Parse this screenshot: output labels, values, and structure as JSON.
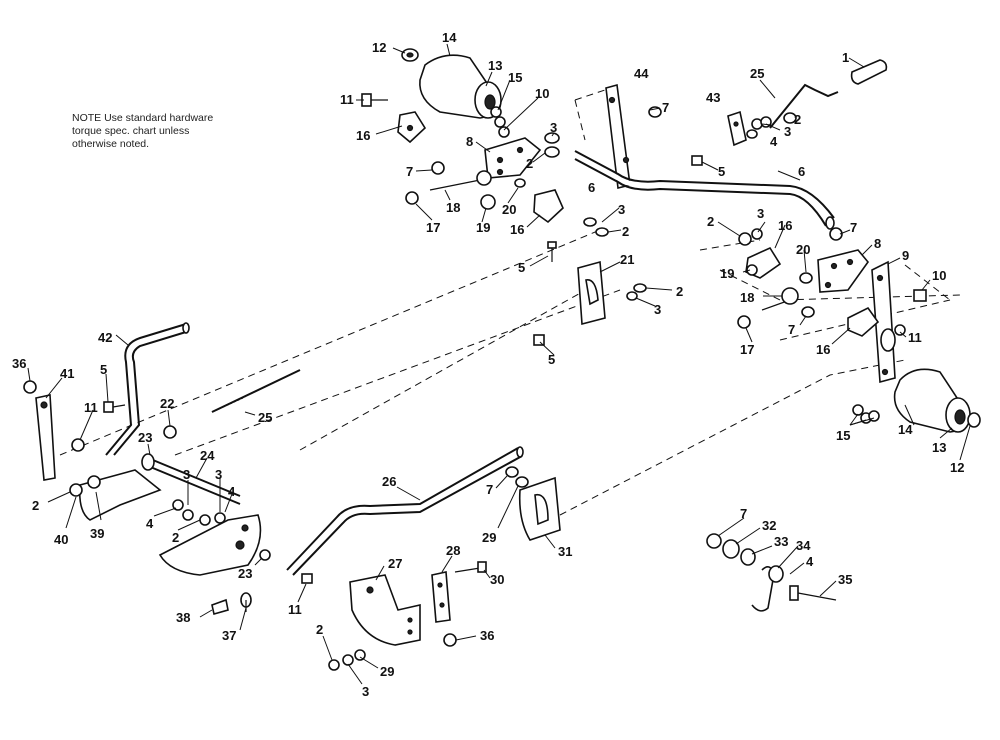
{
  "note": {
    "lines": [
      "NOTE  Use standard hardware",
      "torque spec. chart unless",
      "otherwise noted."
    ]
  },
  "callouts": [
    {
      "id": "c-1",
      "label": "1"
    },
    {
      "id": "c-12a",
      "label": "12"
    },
    {
      "id": "c-14a",
      "label": "14"
    },
    {
      "id": "c-13a",
      "label": "13"
    },
    {
      "id": "c-15a",
      "label": "15"
    },
    {
      "id": "c-10a",
      "label": "10"
    },
    {
      "id": "c-11a",
      "label": "11"
    },
    {
      "id": "c-16a",
      "label": "16"
    },
    {
      "id": "c-8a",
      "label": "8"
    },
    {
      "id": "c-3a",
      "label": "3"
    },
    {
      "id": "c-2a",
      "label": "2"
    },
    {
      "id": "c-6a",
      "label": "6"
    },
    {
      "id": "c-7a",
      "label": "7"
    },
    {
      "id": "c-18a",
      "label": "18"
    },
    {
      "id": "c-17a",
      "label": "17"
    },
    {
      "id": "c-19a",
      "label": "19"
    },
    {
      "id": "c-20a",
      "label": "20"
    },
    {
      "id": "c-16b",
      "label": "16"
    },
    {
      "id": "c-3b",
      "label": "3"
    },
    {
      "id": "c-2b",
      "label": "2"
    },
    {
      "id": "c-5a",
      "label": "5"
    },
    {
      "id": "c-44",
      "label": "44"
    },
    {
      "id": "c-7b",
      "label": "7"
    },
    {
      "id": "c-43",
      "label": "43"
    },
    {
      "id": "c-25a",
      "label": "25"
    },
    {
      "id": "c-2c",
      "label": "2"
    },
    {
      "id": "c-3c",
      "label": "3"
    },
    {
      "id": "c-4a",
      "label": "4"
    },
    {
      "id": "c-5b",
      "label": "5"
    },
    {
      "id": "c-6b",
      "label": "6"
    },
    {
      "id": "c-2d",
      "label": "2"
    },
    {
      "id": "c-3d",
      "label": "3"
    },
    {
      "id": "c-16c",
      "label": "16"
    },
    {
      "id": "c-7c",
      "label": "7"
    },
    {
      "id": "c-8b",
      "label": "8"
    },
    {
      "id": "c-9",
      "label": "9"
    },
    {
      "id": "c-20b",
      "label": "20"
    },
    {
      "id": "c-19b",
      "label": "19"
    },
    {
      "id": "c-10b",
      "label": "10"
    },
    {
      "id": "c-18b",
      "label": "18"
    },
    {
      "id": "c-7d",
      "label": "7"
    },
    {
      "id": "c-11b",
      "label": "11"
    },
    {
      "id": "c-17b",
      "label": "17"
    },
    {
      "id": "c-16d",
      "label": "16"
    },
    {
      "id": "c-21",
      "label": "21"
    },
    {
      "id": "c-2e",
      "label": "2"
    },
    {
      "id": "c-3e",
      "label": "3"
    },
    {
      "id": "c-5c",
      "label": "5"
    },
    {
      "id": "c-15b",
      "label": "15"
    },
    {
      "id": "c-14b",
      "label": "14"
    },
    {
      "id": "c-13b",
      "label": "13"
    },
    {
      "id": "c-12b",
      "label": "12"
    },
    {
      "id": "c-42",
      "label": "42"
    },
    {
      "id": "c-36a",
      "label": "36"
    },
    {
      "id": "c-41",
      "label": "41"
    },
    {
      "id": "c-5d",
      "label": "5"
    },
    {
      "id": "c-22",
      "label": "22"
    },
    {
      "id": "c-11c",
      "label": "11"
    },
    {
      "id": "c-25b",
      "label": "25"
    },
    {
      "id": "c-23a",
      "label": "23"
    },
    {
      "id": "c-24",
      "label": "24"
    },
    {
      "id": "c-3f",
      "label": "3"
    },
    {
      "id": "c-3g",
      "label": "3"
    },
    {
      "id": "c-4b",
      "label": "4"
    },
    {
      "id": "c-2f",
      "label": "2"
    },
    {
      "id": "c-40",
      "label": "40"
    },
    {
      "id": "c-39",
      "label": "39"
    },
    {
      "id": "c-4c",
      "label": "4"
    },
    {
      "id": "c-2g",
      "label": "2"
    },
    {
      "id": "c-23b",
      "label": "23"
    },
    {
      "id": "c-26",
      "label": "26"
    },
    {
      "id": "c-7e",
      "label": "7"
    },
    {
      "id": "c-29a",
      "label": "29"
    },
    {
      "id": "c-31",
      "label": "31"
    },
    {
      "id": "c-28",
      "label": "28"
    },
    {
      "id": "c-27",
      "label": "27"
    },
    {
      "id": "c-30",
      "label": "30"
    },
    {
      "id": "c-11d",
      "label": "11"
    },
    {
      "id": "c-38",
      "label": "38"
    },
    {
      "id": "c-37",
      "label": "37"
    },
    {
      "id": "c-36b",
      "label": "36"
    },
    {
      "id": "c-2h",
      "label": "2"
    },
    {
      "id": "c-29b",
      "label": "29"
    },
    {
      "id": "c-3h",
      "label": "3"
    },
    {
      "id": "c-7f",
      "label": "7"
    },
    {
      "id": "c-32",
      "label": "32"
    },
    {
      "id": "c-33",
      "label": "33"
    },
    {
      "id": "c-34",
      "label": "34"
    },
    {
      "id": "c-4d",
      "label": "4"
    },
    {
      "id": "c-35",
      "label": "35"
    }
  ]
}
